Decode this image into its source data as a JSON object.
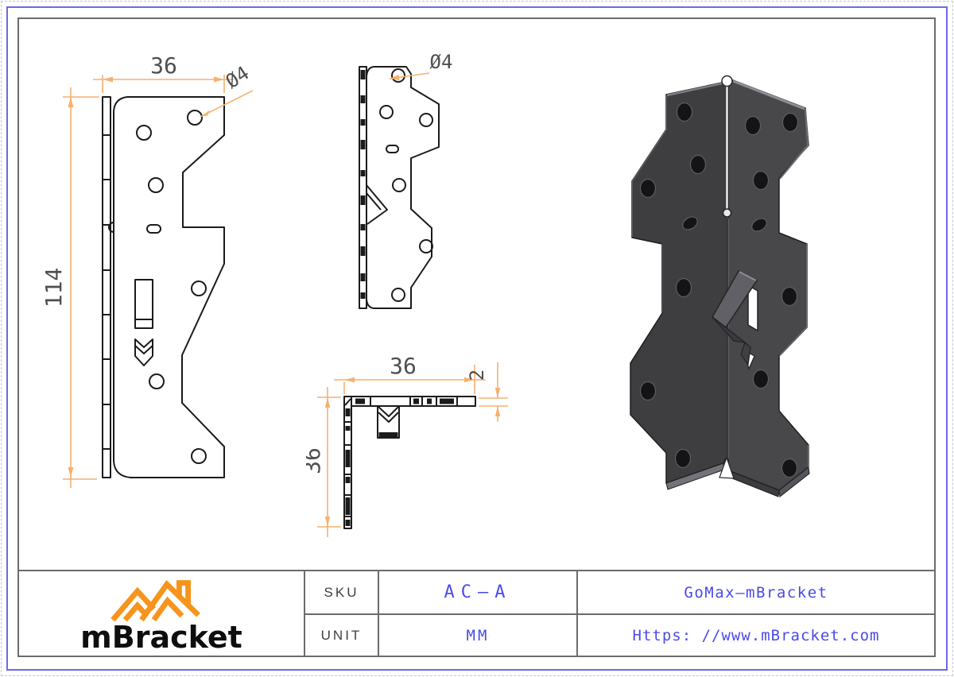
{
  "meta": {
    "sheet_bg": "#ffffff"
  },
  "frame": {
    "outer_border_color": "#6B6BE8",
    "inner_border_color": "#6b6b6b"
  },
  "drawing": {
    "line_color": "#1b1b1b",
    "dim_line_color": "#F5B170",
    "dim_text_color": "#4f4f4f",
    "front_view": {
      "width_dim": "36",
      "height_dim": "114",
      "hole_callout": "Ø4"
    },
    "side_view": {
      "hole_callout": "Ø4"
    },
    "top_view": {
      "width_dim": "36",
      "depth_dim": "36",
      "thickness_dim": "2"
    },
    "iso_view": {
      "left_face_color": "#3E3E40",
      "right_face_color": "#48484B"
    }
  },
  "title_block": {
    "logo": {
      "brand": "mBracket",
      "icon_color": "#F7941D"
    },
    "sku_label": "SKU",
    "sku_value": "AC—A",
    "unit_label": "UNIT",
    "unit_value": "MM",
    "product_name": "GoMax—mBracket",
    "website": "Https: //www.mBracket.com",
    "label_color": "#3d3d3d",
    "value_color": "#4A4AE8"
  }
}
